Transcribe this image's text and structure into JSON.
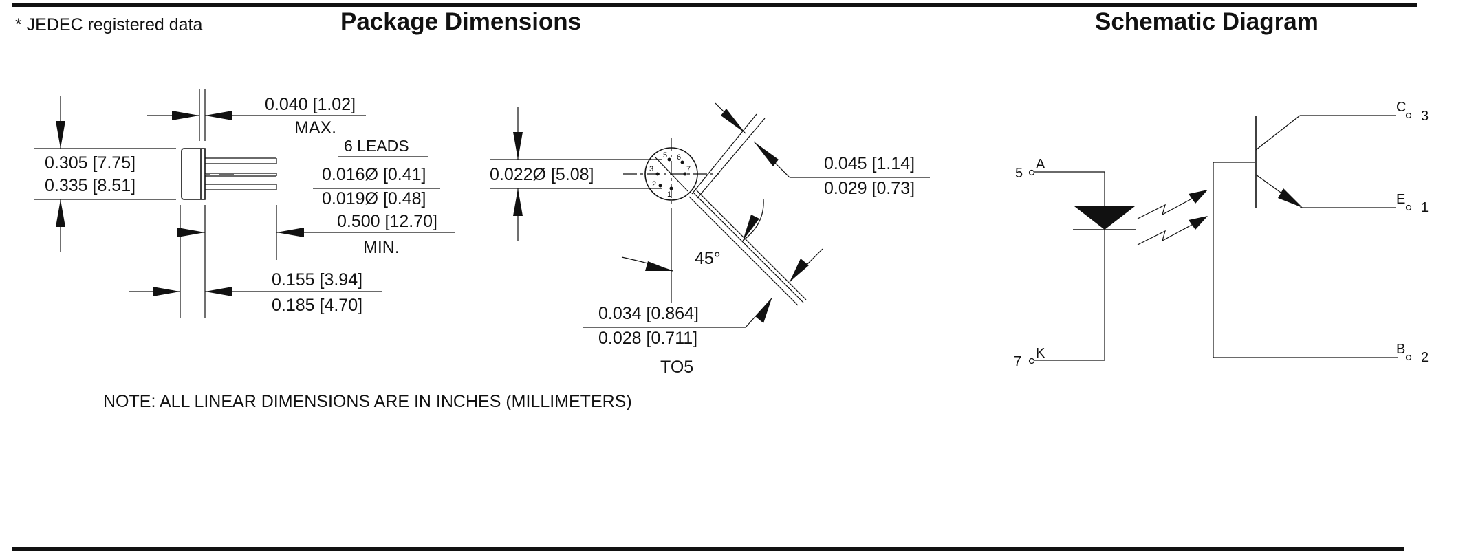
{
  "header": {
    "jedec_note": "* JEDEC registered data",
    "package_title": "Package Dimensions",
    "schematic_title": "Schematic Diagram"
  },
  "package": {
    "side_view": {
      "width_max_top": "0.040 [1.02]",
      "width_max_label": "MAX.",
      "height_top": "0.305 [7.75]",
      "height_bottom": "0.335 [8.51]",
      "leads_label": "6 LEADS",
      "lead_dia_top": "0.016Ø [0.41]",
      "lead_dia_bottom": "0.019Ø [0.48]",
      "lead_length_top": "0.500 [12.70]",
      "lead_length_label": "MIN.",
      "body_len_top": "0.155 [3.94]",
      "body_len_bottom": "0.185 [4.70]"
    },
    "top_view": {
      "dia_label": "0.022Ø [5.08]",
      "tab_top": "0.045 [1.14]",
      "tab_bottom": "0.029 [0.73]",
      "angle_label": "45°",
      "tab_width_top": "0.034 [0.864]",
      "tab_width_bottom": "0.028 [0.711]",
      "package_name": "TO5",
      "pin_numbers": [
        "5",
        "6",
        "7",
        "3",
        "2",
        "1"
      ]
    },
    "note": "NOTE: ALL LINEAR DIMENSIONS ARE IN INCHES (MILLIMETERS)"
  },
  "schematic": {
    "anode_pin": "5",
    "anode_label": "A",
    "cathode_pin": "7",
    "cathode_label": "K",
    "collector_label": "C",
    "collector_pin": "3",
    "emitter_label": "E",
    "emitter_pin": "1",
    "base_label": "B",
    "base_pin": "2"
  }
}
